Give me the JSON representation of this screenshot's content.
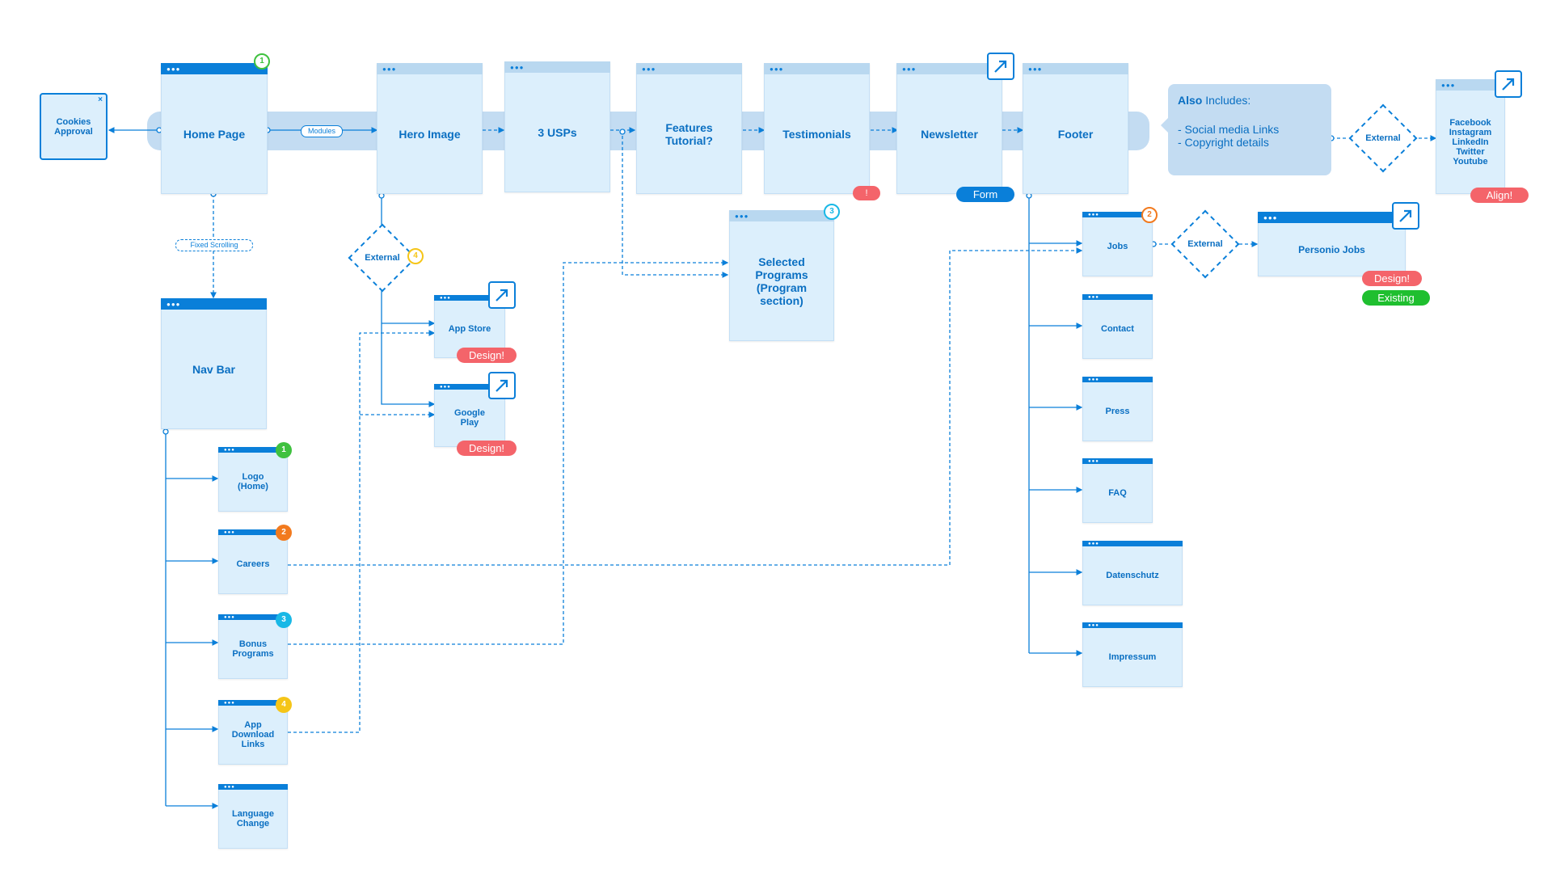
{
  "colors": {
    "accent": "#0a7fd9",
    "page_fill": "#dceffc",
    "band": "#c3dcf2",
    "design_red": "#f4646a",
    "existing_green": "#1fbf2f"
  },
  "icons": {
    "external_link": "arrow-up-right-icon",
    "close": "close-icon"
  },
  "cookies": {
    "label": "Cookies\nApproval",
    "close": "×"
  },
  "tags": {
    "modules": "Modules",
    "fixed_scrolling": "Fixed  Scrolling"
  },
  "main_flow": {
    "home": "Home Page",
    "hero": "Hero Image",
    "usps": "3 USPs",
    "features": "Features\nTutorial?",
    "testimonials": "Testimonials",
    "newsletter": "Newsletter",
    "footer": "Footer"
  },
  "also_includes": {
    "title": "Also",
    "title_rest": " Includes:",
    "items": [
      "- Social media Links",
      "- Copyright details"
    ]
  },
  "external": {
    "social": "External",
    "hero": "External",
    "jobs": "External"
  },
  "social": {
    "label": "Facebook\nInstagram\nLinkedIn\nTwitter\nYoutube"
  },
  "badges": {
    "testimonials": "!",
    "newsletter": "Form",
    "social": "Align!",
    "app_store": "Design!",
    "google_play": "Design!",
    "personio_design": "Design!",
    "personio_existing": "Existing"
  },
  "numbers": {
    "home": "1",
    "hero_external": "4",
    "selected_programs": "3",
    "jobs": "2",
    "logo": "1",
    "careers": "2",
    "bonus": "3",
    "app_download": "4"
  },
  "selected_programs": "Selected\nPrograms\n(Program\nsection)",
  "stores": {
    "app_store": "App Store",
    "google_play": "Google\nPlay"
  },
  "nav": {
    "title": "Nav Bar",
    "items": [
      "Logo\n(Home)",
      "Careers",
      "Bonus\nPrograms",
      "App\nDownload\nLinks",
      "Language\nChange"
    ]
  },
  "footer_items": [
    "Jobs",
    "Contact",
    "Press",
    "FAQ",
    "Datenschutz",
    "Impressum"
  ],
  "personio": "Personio Jobs"
}
